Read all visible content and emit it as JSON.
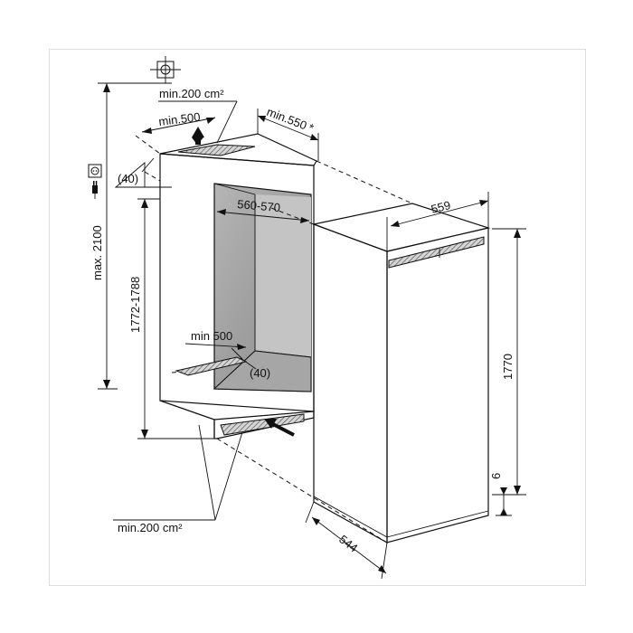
{
  "dimensions": {
    "top_vent_area": "min.200 cm²",
    "top_vent_depth": "min.500",
    "niche_depth": "min.550",
    "niche_depth_note": "*",
    "top_gap": "(40)",
    "niche_width": "560-570",
    "niche_height": "1772-1788",
    "max_height": "max. 2100",
    "bottom_vent_depth": "min 500",
    "bottom_gap": "(40)",
    "bottom_vent_area": "min.200 cm²",
    "appliance_width": "559",
    "appliance_height": "1770",
    "appliance_depth": "544",
    "plinth_height": "6"
  },
  "icons": [
    "ventilation-crosshair-icon",
    "socket-icon",
    "plug-icon"
  ],
  "colors": {
    "line": "#111111",
    "niche_shade": "#9a9a9a",
    "vent_grille": "#5a5a5a"
  }
}
